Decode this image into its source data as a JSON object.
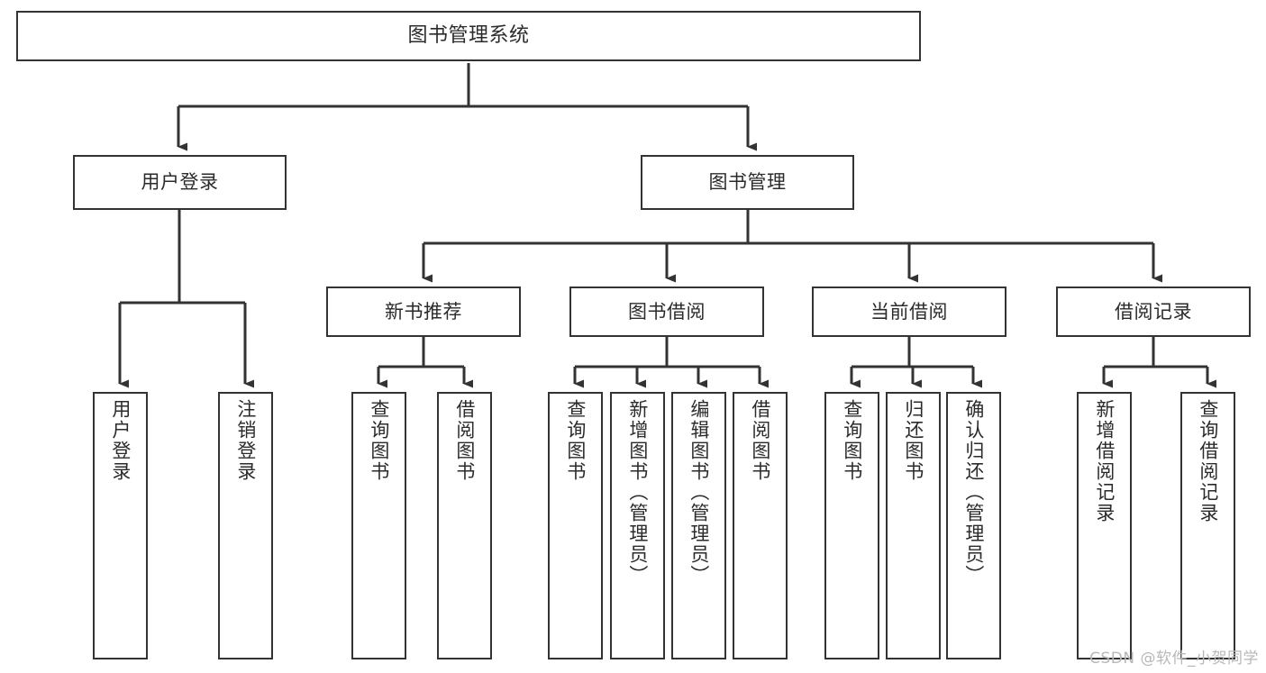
{
  "diagram": {
    "type": "tree-hierarchy",
    "title": "图书管理系统",
    "watermark": "CSDN @软件_小贺同学",
    "colors": {
      "background": "#ffffff",
      "box_border": "#333333",
      "box_fill": "#ffffff",
      "connector": "#333333",
      "text": "#2b2b2b",
      "watermark": "#b8b8b8"
    },
    "levels": [
      {
        "level": 1,
        "nodes": [
          {
            "id": "root",
            "label": "图书管理系统",
            "orientation": "horizontal"
          }
        ]
      },
      {
        "level": 2,
        "nodes": [
          {
            "id": "user-login",
            "label": "用户登录",
            "orientation": "horizontal"
          },
          {
            "id": "book-manage",
            "label": "图书管理",
            "orientation": "horizontal"
          }
        ]
      },
      {
        "level": 3,
        "nodes": [
          {
            "id": "new-book-rec",
            "label": "新书推荐",
            "orientation": "horizontal"
          },
          {
            "id": "book-borrow",
            "label": "图书借阅",
            "orientation": "horizontal"
          },
          {
            "id": "current-borrow",
            "label": "当前借阅",
            "orientation": "horizontal"
          },
          {
            "id": "borrow-record",
            "label": "借阅记录",
            "orientation": "horizontal"
          }
        ]
      },
      {
        "level": 4,
        "nodes": [
          {
            "id": "leaf-user-login",
            "label": "用户登录",
            "orientation": "vertical",
            "parent": "user-login"
          },
          {
            "id": "leaf-logout",
            "label": "注销登录",
            "orientation": "vertical",
            "parent": "user-login"
          },
          {
            "id": "leaf-query-book-1",
            "label": "查询图书",
            "orientation": "vertical",
            "parent": "new-book-rec"
          },
          {
            "id": "leaf-borrow-book-1",
            "label": "借阅图书",
            "orientation": "vertical",
            "parent": "new-book-rec"
          },
          {
            "id": "leaf-query-book-2",
            "label": "查询图书",
            "orientation": "vertical",
            "parent": "book-borrow"
          },
          {
            "id": "leaf-add-book",
            "label": "新增图书（管理员）",
            "orientation": "vertical",
            "parent": "book-borrow"
          },
          {
            "id": "leaf-edit-book",
            "label": "编辑图书（管理员）",
            "orientation": "vertical",
            "parent": "book-borrow"
          },
          {
            "id": "leaf-borrow-book-2",
            "label": "借阅图书",
            "orientation": "vertical",
            "parent": "book-borrow"
          },
          {
            "id": "leaf-query-book-3",
            "label": "查询图书",
            "orientation": "vertical",
            "parent": "current-borrow"
          },
          {
            "id": "leaf-return-book",
            "label": "归还图书",
            "orientation": "vertical",
            "parent": "current-borrow"
          },
          {
            "id": "leaf-confirm-return",
            "label": "确认归还（管理员）",
            "orientation": "vertical",
            "parent": "current-borrow"
          },
          {
            "id": "leaf-add-record",
            "label": "新增借阅记录",
            "orientation": "vertical",
            "parent": "borrow-record"
          },
          {
            "id": "leaf-query-record",
            "label": "查询借阅记录",
            "orientation": "vertical",
            "parent": "borrow-record"
          }
        ]
      }
    ]
  }
}
